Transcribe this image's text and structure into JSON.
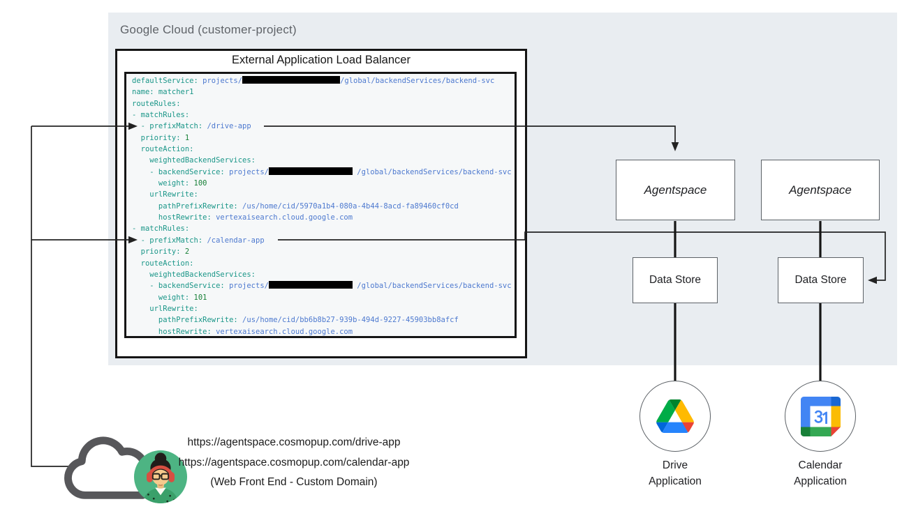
{
  "header": {
    "gcp_label": "Google Cloud (customer-project)",
    "elb_title": "External Application Load Balancer"
  },
  "code": {
    "lines": [
      [
        [
          "k",
          "defaultService: "
        ],
        [
          "s",
          "projects/"
        ],
        [
          "bar",
          140
        ],
        [
          "s",
          "/global/backendServices/backend-svc"
        ]
      ],
      [
        [
          "k",
          "name: matcher1"
        ]
      ],
      [
        [
          "k",
          "routeRules:"
        ]
      ],
      [
        [
          "k",
          "- matchRules:"
        ]
      ],
      [
        [
          "k",
          "  - prefixMatch: "
        ],
        [
          "s",
          "/drive-app"
        ]
      ],
      [
        [
          "k",
          "  priority: "
        ],
        [
          "n",
          "1"
        ]
      ],
      [
        [
          "k",
          "  routeAction:"
        ]
      ],
      [
        [
          "k",
          "    weightedBackendServices:"
        ]
      ],
      [
        [
          "k",
          "    - backendService: "
        ],
        [
          "s",
          "projects/"
        ],
        [
          "bar",
          120
        ],
        [
          "s",
          " /global/backendServices/backend-svc"
        ]
      ],
      [
        [
          "k",
          "      weight: "
        ],
        [
          "n",
          "100"
        ]
      ],
      [
        [
          "k",
          "    urlRewrite:"
        ]
      ],
      [
        [
          "k",
          "      pathPrefixRewrite: "
        ],
        [
          "s",
          "/us/home/cid/5970a1b4-080a-4b44-8acd-fa89460cf0cd"
        ]
      ],
      [
        [
          "k",
          "      hostRewrite: "
        ],
        [
          "s",
          "vertexaisearch.cloud.google.com"
        ]
      ],
      [
        [
          "k",
          "- matchRules:"
        ]
      ],
      [
        [
          "k",
          "  - prefixMatch: "
        ],
        [
          "s",
          "/calendar-app"
        ]
      ],
      [
        [
          "k",
          "  priority: "
        ],
        [
          "n",
          "2"
        ]
      ],
      [
        [
          "k",
          "  routeAction:"
        ]
      ],
      [
        [
          "k",
          "    weightedBackendServices:"
        ]
      ],
      [
        [
          "k",
          "    - backendService: "
        ],
        [
          "s",
          "projects/"
        ],
        [
          "bar",
          120
        ],
        [
          "s",
          " /global/backendServices/backend-svc"
        ]
      ],
      [
        [
          "k",
          "      weight: "
        ],
        [
          "n",
          "101"
        ]
      ],
      [
        [
          "k",
          "    urlRewrite:"
        ]
      ],
      [
        [
          "k",
          "      pathPrefixRewrite: "
        ],
        [
          "s",
          "/us/home/cid/bb6b8b27-939b-494d-9227-45903bb8afcf"
        ]
      ],
      [
        [
          "k",
          "      hostRewrite: "
        ],
        [
          "s",
          "vertexaisearch.cloud.google.com"
        ]
      ]
    ]
  },
  "nodes": {
    "agentspace_1": "Agentspace",
    "agentspace_2": "Agentspace",
    "datastore_1": "Data Store",
    "datastore_2": "Data Store",
    "drive_label_1": "Drive",
    "drive_label_2": "Application",
    "calendar_label_1": "Calendar",
    "calendar_label_2": "Application"
  },
  "frontend": {
    "url_drive": "https://agentspace.cosmopup.com/drive-app",
    "url_calendar": "https://agentspace.cosmopup.com/calendar-app",
    "caption": "(Web Front End - Custom Domain)"
  },
  "icons": {
    "drive": "google-drive-icon",
    "calendar": "google-calendar-icon",
    "cloud": "cloud-icon",
    "avatar": "user-avatar"
  },
  "colors": {
    "region_bg": "#e9edf1",
    "code_bg": "#f6f8f9",
    "code_key": "#1a9688",
    "code_string": "#4d79cf",
    "code_number": "#188038",
    "redaction": "#000000",
    "line": "#222222",
    "drive_green": "#00ac47",
    "drive_yellow": "#ffba00",
    "drive_blue": "#2684fc",
    "calendar_blue": "#4285f4"
  }
}
